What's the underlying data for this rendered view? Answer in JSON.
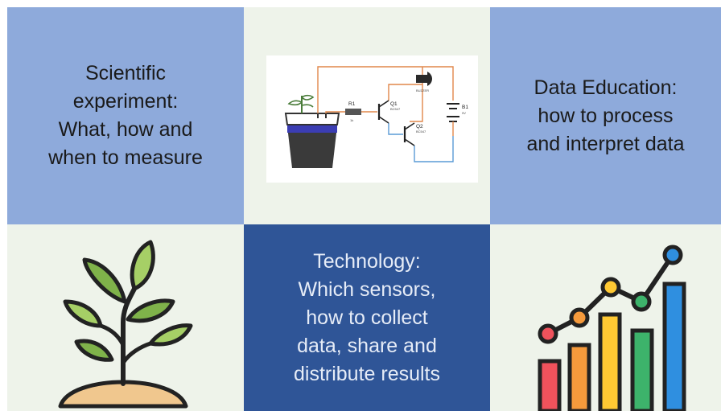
{
  "scientific": {
    "lines": [
      "Scientific",
      "experiment:",
      "What, how and",
      "when to measure"
    ]
  },
  "data_education": {
    "lines": [
      "Data Education:",
      "how to process",
      "and interpret data"
    ]
  },
  "technology": {
    "lines": [
      "Technology:",
      "Which sensors,",
      "how to collect",
      "data, share and",
      "distribute results"
    ]
  },
  "circuit": {
    "labels": {
      "r1": "R1",
      "r1_sub": "1k",
      "q1": "Q1",
      "q1_sub": "BC547",
      "q2": "Q2",
      "q2_sub": "BC547",
      "b1": "B1",
      "b1_sub": "9V",
      "buzzer": "BUZZER"
    }
  },
  "icons": {
    "circuit": "soil-moisture-circuit-icon",
    "plant": "plant-sprout-icon",
    "chart": "bar-line-chart-icon"
  },
  "colors": {
    "light_blue": "#8eaadb",
    "dark_blue": "#2f5597",
    "pale_green": "#eef3ea"
  }
}
